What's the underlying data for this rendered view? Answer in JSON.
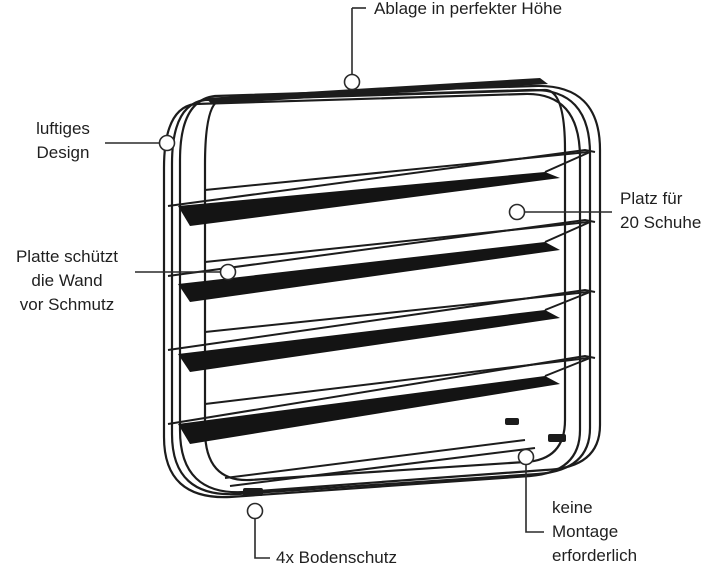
{
  "annotations": {
    "top_shelf": [
      "Ablage in perfekter Höhe"
    ],
    "airy_design": [
      "luftiges",
      "Design"
    ],
    "capacity": [
      "Platz für",
      "20 Schuhe"
    ],
    "wall_plate": [
      "Platte schützt",
      "die Wand",
      "vor Schmutz"
    ],
    "no_assembly": [
      "keine",
      "Montage",
      "erforderlich"
    ],
    "floor_protectors": [
      "4x Bodenschutz"
    ]
  },
  "colors": {
    "frame": "#1c1c1c",
    "callout": "#2a2a2a",
    "background": "#ffffff"
  },
  "object": "black-wire-shoe-rack"
}
